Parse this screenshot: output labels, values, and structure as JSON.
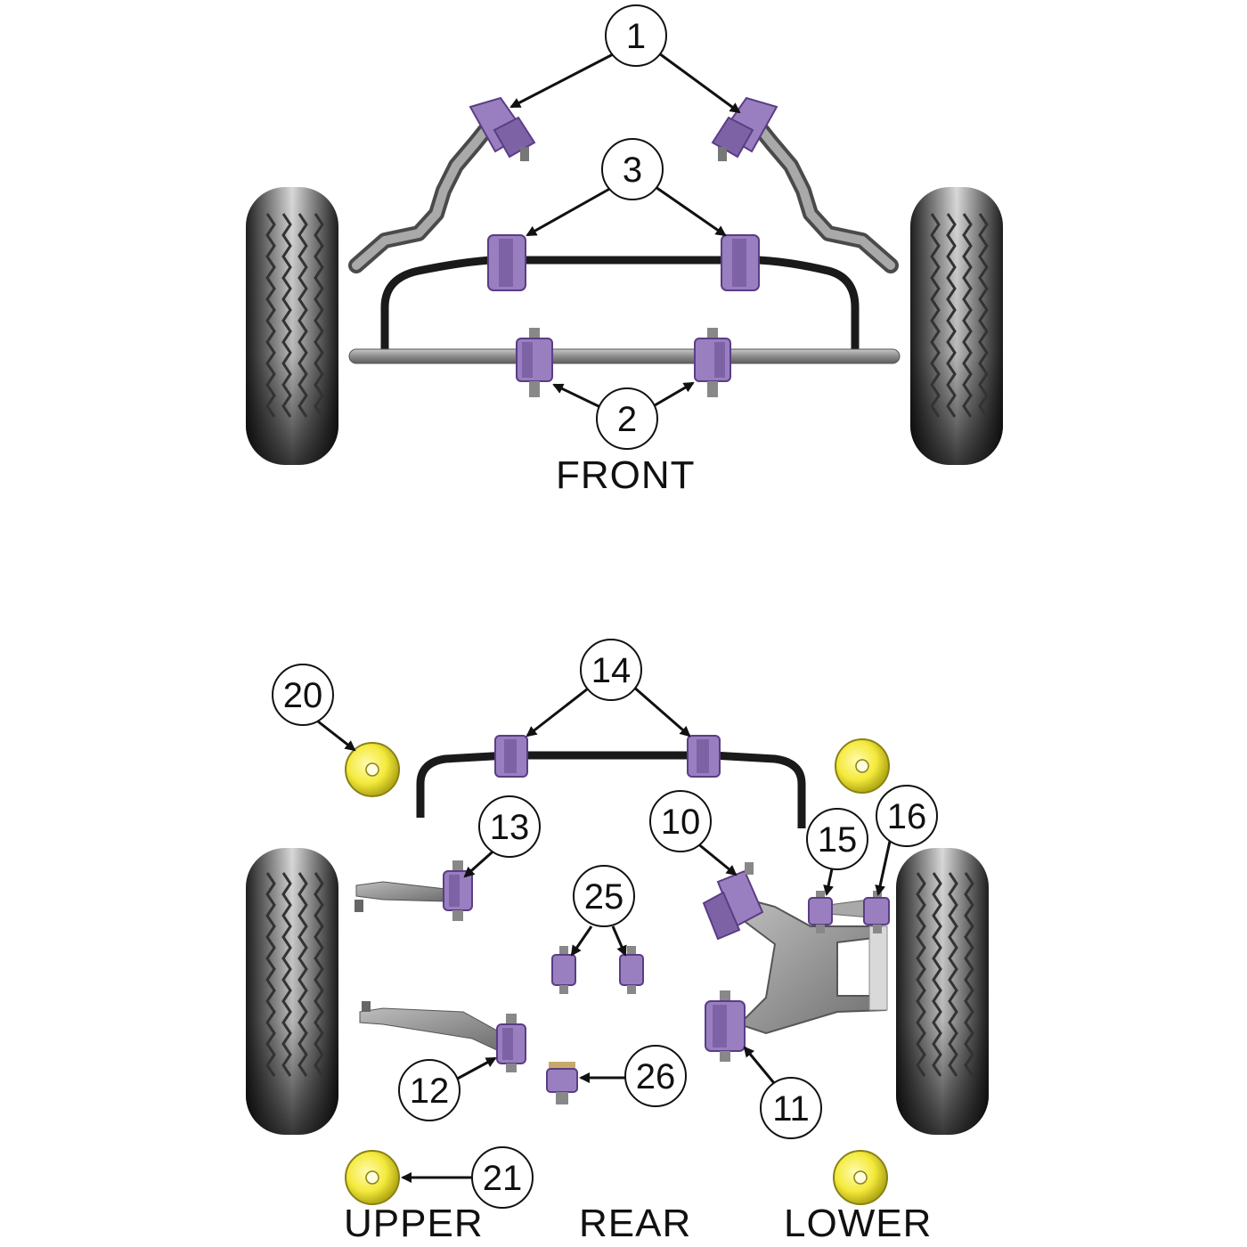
{
  "sections": {
    "front": "FRONT",
    "rear": "REAR",
    "upper": "UPPER",
    "lower": "LOWER"
  },
  "callouts": {
    "c1": "1",
    "c2": "2",
    "c3": "3",
    "c10": "10",
    "c11": "11",
    "c12": "12",
    "c13": "13",
    "c14": "14",
    "c15": "15",
    "c16": "16",
    "c20": "20",
    "c21": "21",
    "c25": "25",
    "c26": "26"
  },
  "colors": {
    "bush_purple": "#9a7fc0",
    "bush_purple_dark": "#5a3d86",
    "bush_yellow": "#f4ea3c",
    "tyre_dark": "#2b2b2b",
    "metal_grey": "#8a8a8a",
    "arrow": "#111111"
  }
}
